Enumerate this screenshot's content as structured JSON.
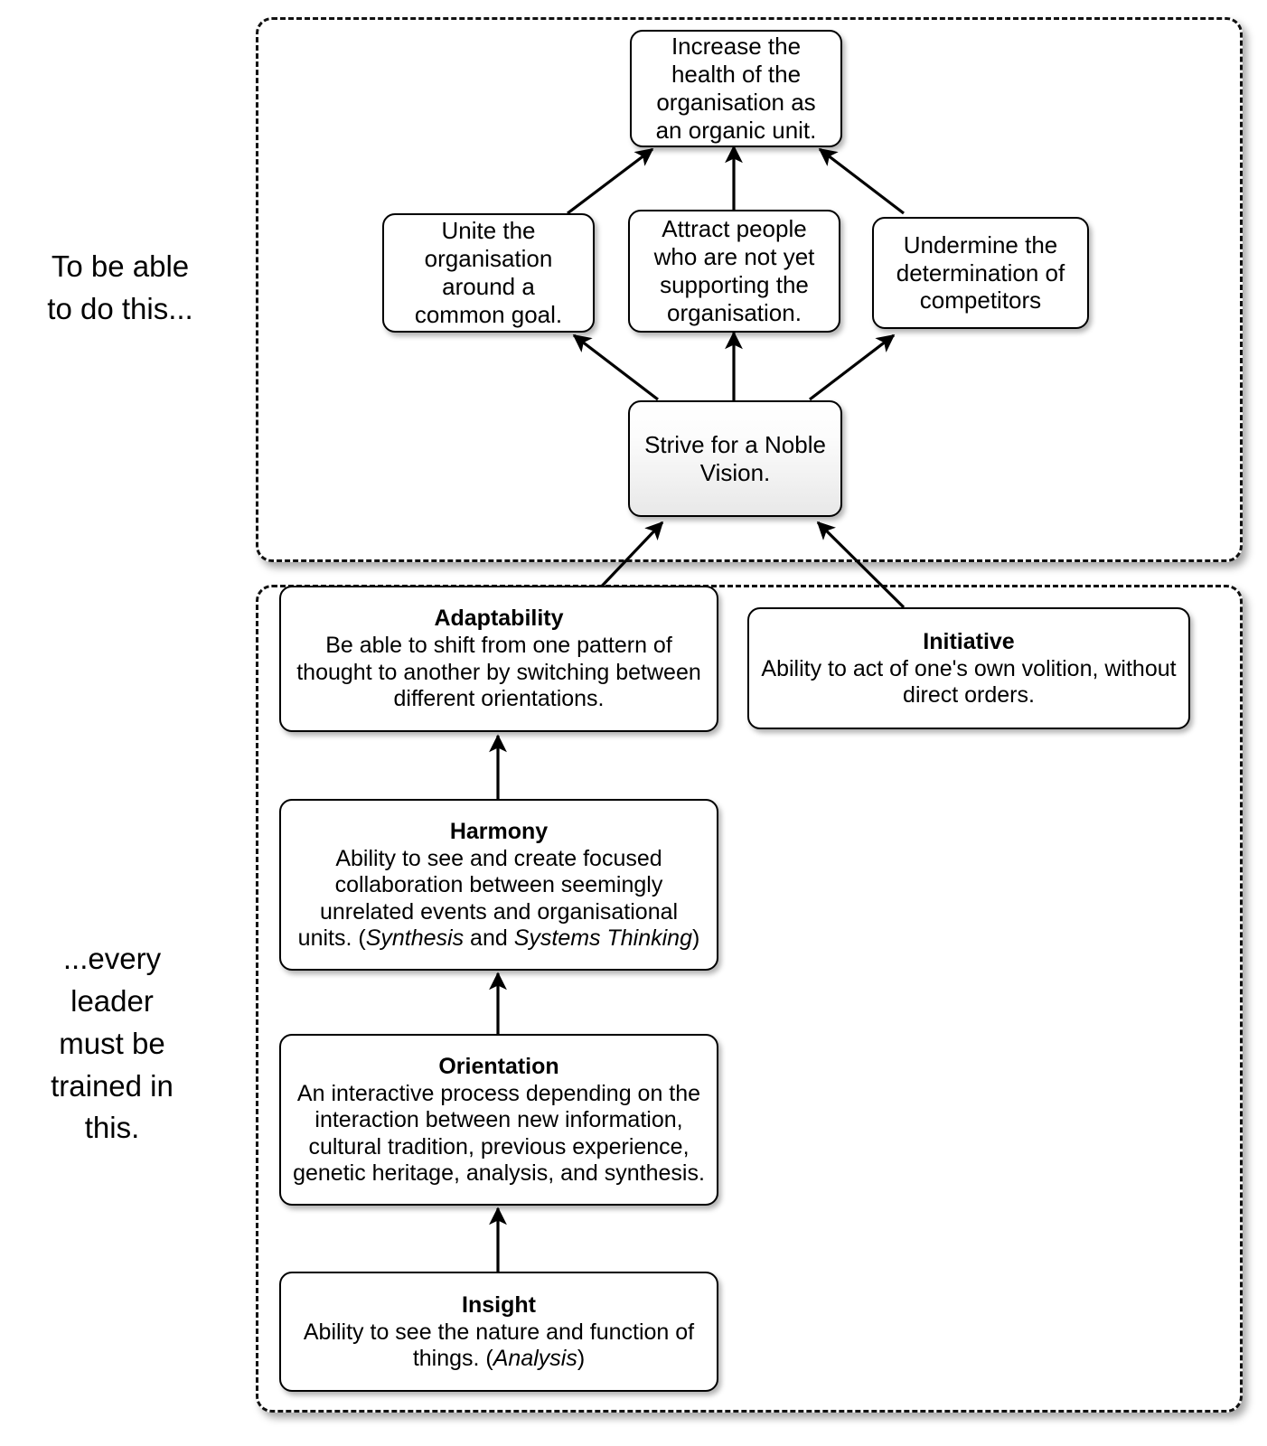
{
  "captions": {
    "top": "To be able\nto do this...",
    "bottom": "...every\nleader\nmust be\ntrained in\nthis."
  },
  "groups": {
    "outcomes_label": "outcomes-group",
    "traits_label": "leader-traits-group"
  },
  "outcomes": {
    "goal": {
      "text": "Increase the health of the organisation as an organic unit."
    },
    "effects": [
      {
        "text": "Unite the organisation around a common goal."
      },
      {
        "text": "Attract people who are not yet supporting the organisation."
      },
      {
        "text": "Undermine the determination of competitors"
      }
    ],
    "driver": {
      "text": "Strive for a Noble Vision."
    }
  },
  "traits": [
    {
      "title": "Adaptability",
      "body_pre": "Be able to shift from one pattern of thought to another by switching between different orientations.",
      "body_post": ""
    },
    {
      "title": "Initiative",
      "body_pre": "Ability to act of one's own volition, without direct orders.",
      "body_post": ""
    },
    {
      "title": "Harmony",
      "body_pre": "Ability to see and create focused collaboration between seemingly unrelated events and organisational units. (",
      "italic_a": "Synthesis",
      "mid": " and ",
      "italic_b": "Systems Thinking",
      "body_post": ")"
    },
    {
      "title": "Orientation",
      "body_pre": "An interactive process depending on the interaction between new information, cultural tradition, previous experience, genetic heritage, analysis, and synthesis.",
      "body_post": ""
    },
    {
      "title": "Insight",
      "body_pre": "Ability to see the nature and function of things. (",
      "italic_a": "Analysis",
      "body_post": ")"
    }
  ],
  "colors": {
    "line": "#000000",
    "box_fill": "#ffffff",
    "gradient_bottom": "#e8e8e8",
    "background": "#ffffff"
  }
}
